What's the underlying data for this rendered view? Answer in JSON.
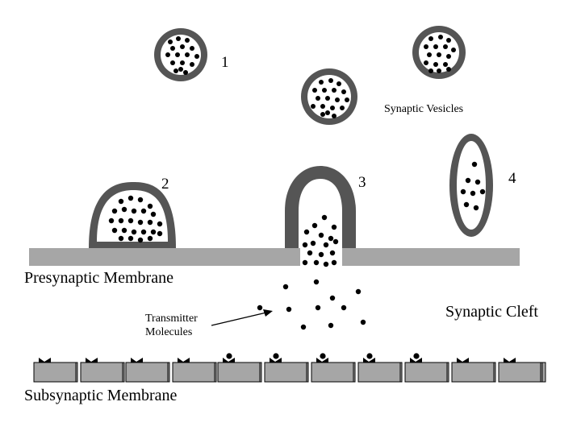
{
  "labels": {
    "vesicle_1": "1",
    "vesicle_2": "2",
    "vesicle_3": "3",
    "vesicle_4": "4",
    "synaptic_vesicles": "Synaptic Vesicles",
    "presynaptic_membrane": "Presynaptic Membrane",
    "synaptic_cleft": "Synaptic Cleft",
    "transmitter_line1": "Transmitter",
    "transmitter_line2": "Molecules",
    "subsynaptic_membrane": "Subsynaptic Membrane"
  },
  "colors": {
    "membrane_gray": "#a6a6a6",
    "vesicle_wall": "#555555",
    "molecule": "#000000",
    "receptor_block": "#a6a6a6"
  },
  "receptors": [
    {
      "state": "empty"
    },
    {
      "state": "empty"
    },
    {
      "state": "empty"
    },
    {
      "state": "empty"
    },
    {
      "state": "bound"
    },
    {
      "state": "bound"
    },
    {
      "state": "bound"
    },
    {
      "state": "bound"
    },
    {
      "state": "bound"
    },
    {
      "state": "empty"
    },
    {
      "state": "empty"
    }
  ]
}
